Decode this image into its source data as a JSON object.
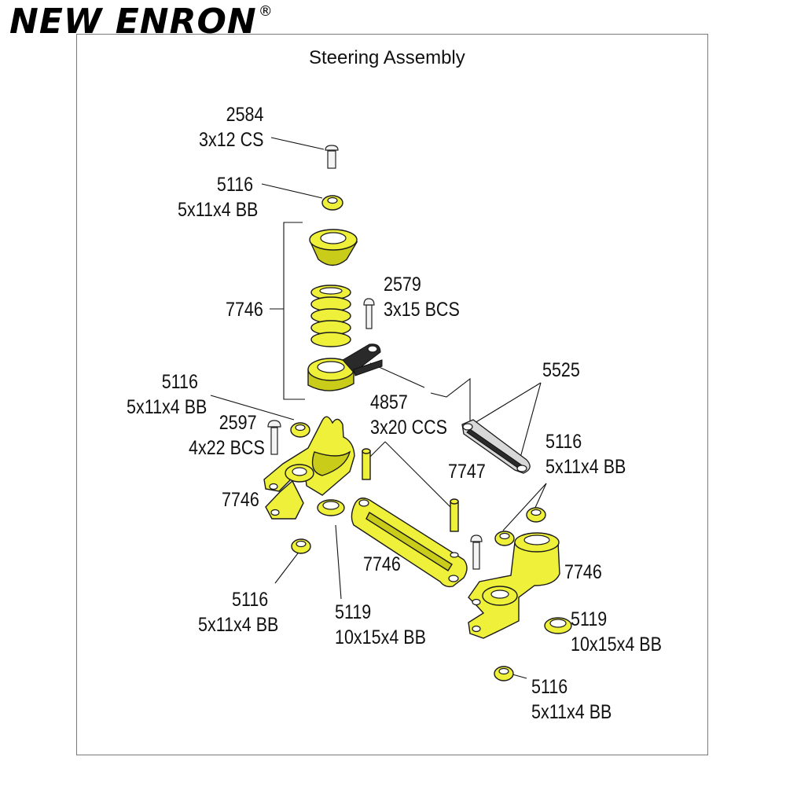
{
  "brand": {
    "name": "NEW ENRON",
    "mark": "®"
  },
  "diagram": {
    "title": "Steering Assembly",
    "labels": {
      "l2584": {
        "num": "2584",
        "desc": "3x12 CS"
      },
      "l5116_top": {
        "num": "5116",
        "desc": "5x11x4 BB"
      },
      "l7746_saver": {
        "num": "7746",
        "desc": ""
      },
      "l2579": {
        "num": "2579",
        "desc": "3x15 BCS"
      },
      "l5525": {
        "num": "5525",
        "desc": ""
      },
      "l5116_left": {
        "num": "5116",
        "desc": "5x11x4 BB"
      },
      "l2597": {
        "num": "2597",
        "desc": "4x22 BCS"
      },
      "l4857": {
        "num": "4857",
        "desc": "3x20 CCS"
      },
      "l7747": {
        "num": "7747",
        "desc": ""
      },
      "l5116_link": {
        "num": "5116",
        "desc": "5x11x4 BB"
      },
      "l7746_left": {
        "num": "7746",
        "desc": ""
      },
      "l7746_mid": {
        "num": "7746",
        "desc": ""
      },
      "l7746_right": {
        "num": "7746",
        "desc": ""
      },
      "l5116_lowleft": {
        "num": "5116",
        "desc": "5x11x4 BB"
      },
      "l5119_left": {
        "num": "5119",
        "desc": "10x15x4 BB"
      },
      "l5119_right": {
        "num": "5119",
        "desc": "10x15x4 BB"
      },
      "l5116_lowright": {
        "num": "5116",
        "desc": "5x11x4 BB"
      }
    },
    "colors": {
      "part": "#eef03a",
      "part_shade": "#c9cc18",
      "outline": "#1a1a1a"
    }
  }
}
